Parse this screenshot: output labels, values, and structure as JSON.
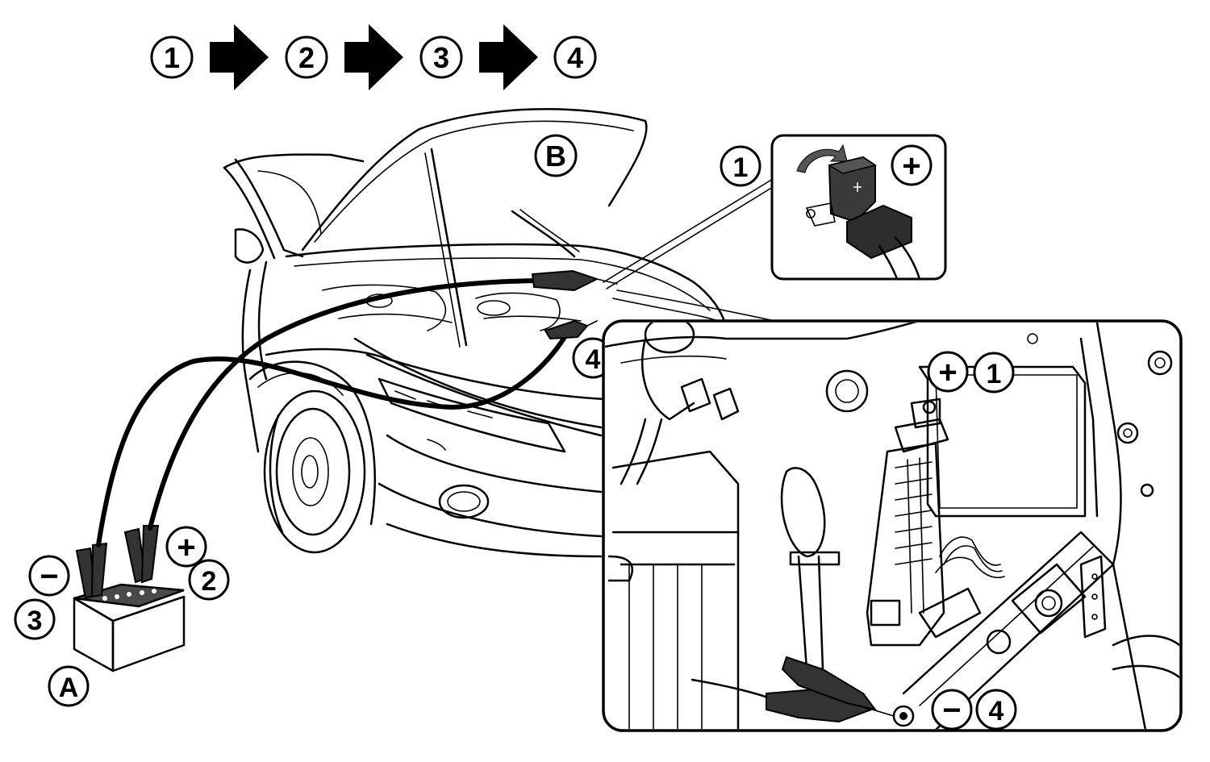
{
  "labels": {
    "step1": "1",
    "step2": "2",
    "step3": "3",
    "step4": "4",
    "booster_battery": "A",
    "vehicle": "B",
    "plus": "+",
    "minus": "−"
  },
  "colors": {
    "ink": "#000000",
    "battery_top": "#4a4a4a",
    "cover_dark": "#3a3a3a",
    "paper": "#ffffff"
  }
}
